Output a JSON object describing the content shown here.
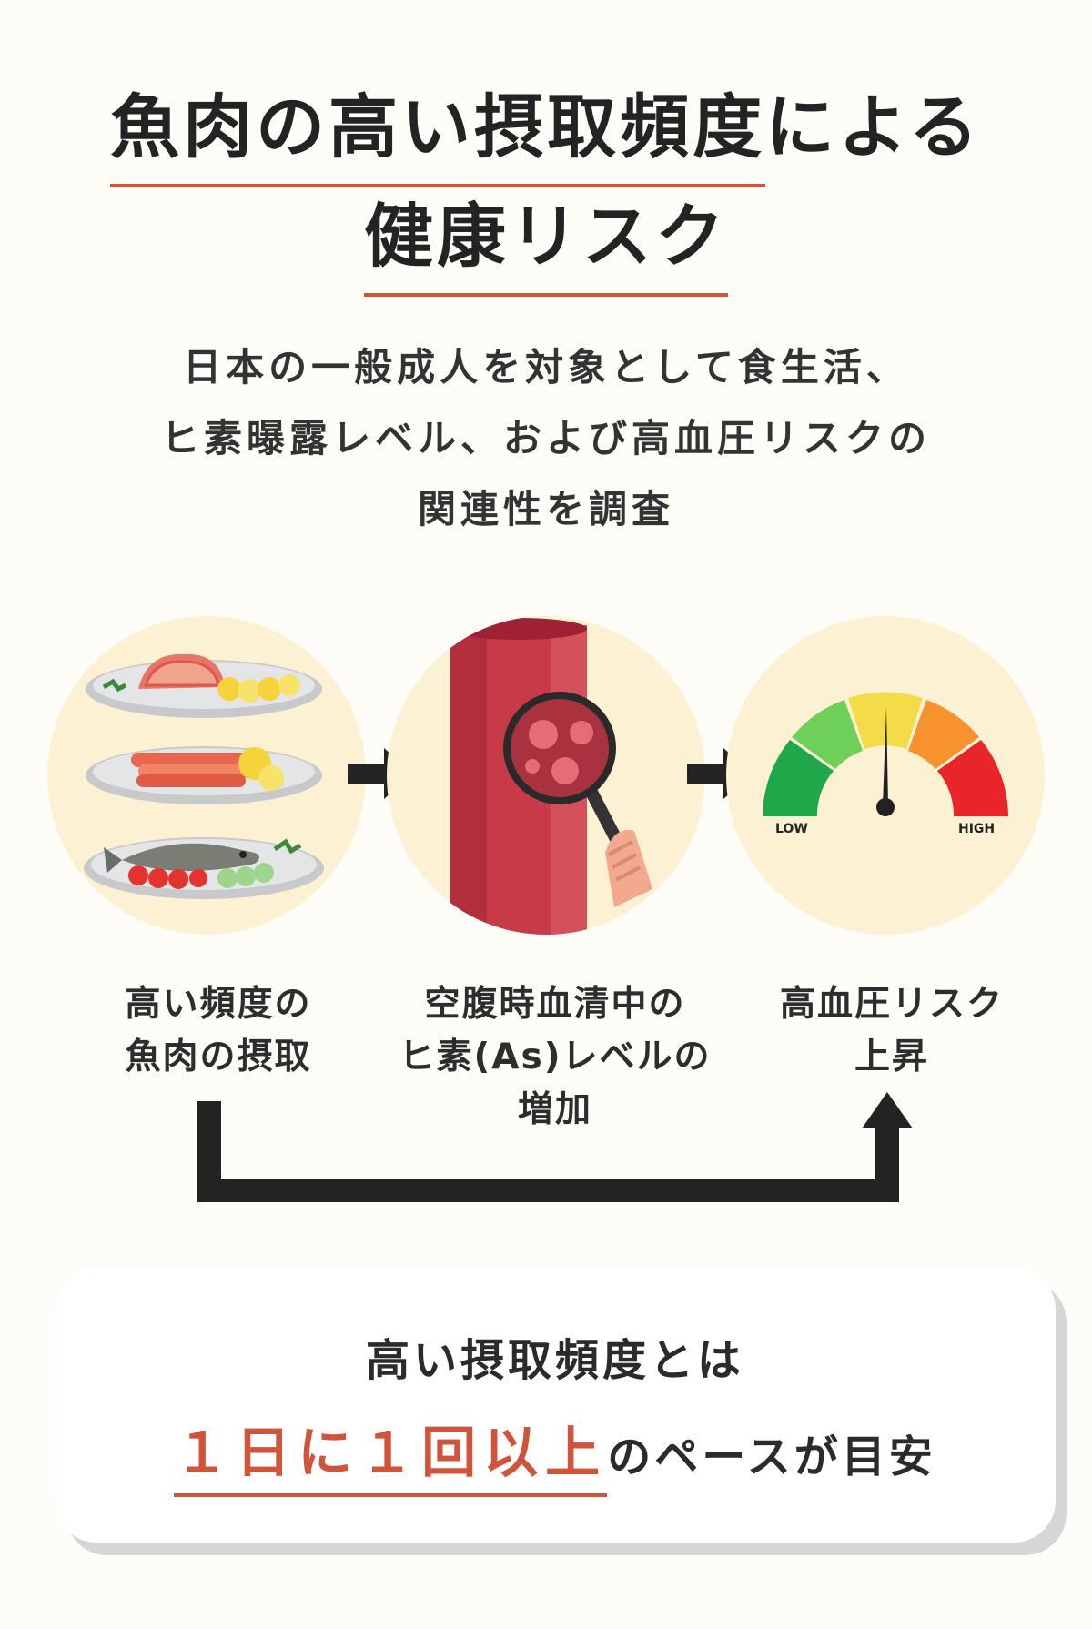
{
  "title": {
    "line1_underlined": "魚肉の高い摂取頻度",
    "line1_rest": "による",
    "line2": "健康リスク"
  },
  "intro": {
    "line1": "日本の一般成人を対象として食生活、",
    "line2": "ヒ素曝露レベル、および高血圧リスクの",
    "line3": "関連性を調査"
  },
  "steps": [
    {
      "icon": "fish-plates-icon",
      "line1": "高い頻度の",
      "line2": "魚肉の摂取"
    },
    {
      "icon": "blood-vessel-magnifier-icon",
      "line1": "空腹時血清中の",
      "line2": "ヒ素(As)レベルの",
      "line3": "増加"
    },
    {
      "icon": "risk-gauge-icon",
      "line1": "高血圧リスク",
      "line2": "上昇"
    }
  ],
  "gauge": {
    "low": "LOW",
    "high": "HIGH"
  },
  "note": {
    "line1": "高い摂取頻度とは",
    "highlight": "１日に１回以上",
    "rest": "のペースが目安"
  },
  "colors": {
    "accent": "#d1533a",
    "circle_bg": "#fdf1d3",
    "vessel": "#c93a49"
  }
}
